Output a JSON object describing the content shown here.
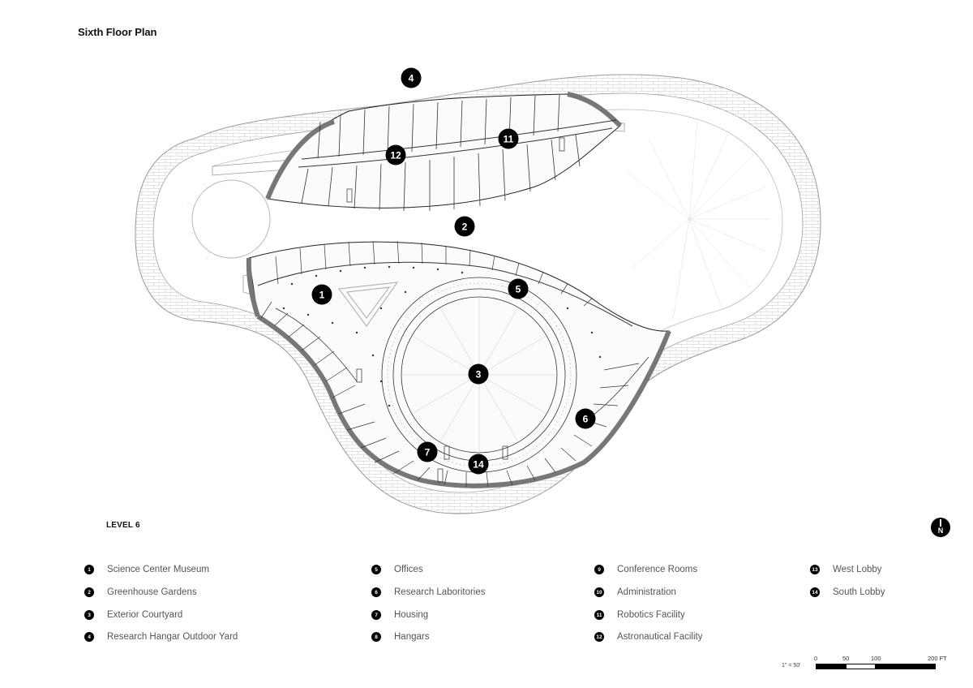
{
  "title": "Sixth Floor Plan",
  "level_label": "LEVEL 6",
  "north_letter": "N",
  "plan_markers": [
    "4",
    "12",
    "11",
    "2",
    "1",
    "5",
    "3",
    "6",
    "7",
    "14"
  ],
  "legend": [
    {
      "num": "1",
      "label": "Science Center Museum"
    },
    {
      "num": "2",
      "label": "Greenhouse Gardens"
    },
    {
      "num": "3",
      "label": "Exterior Courtyard"
    },
    {
      "num": "4",
      "label": "Research Hangar Outdoor Yard"
    },
    {
      "num": "5",
      "label": "Offices"
    },
    {
      "num": "6",
      "label": "Research Laboritories"
    },
    {
      "num": "7",
      "label": "Housing"
    },
    {
      "num": "8",
      "label": "Hangars"
    },
    {
      "num": "9",
      "label": "Conference Rooms"
    },
    {
      "num": "10",
      "label": "Administration"
    },
    {
      "num": "11",
      "label": "Robotics Facility"
    },
    {
      "num": "12",
      "label": "Astronautical Facility"
    },
    {
      "num": "13",
      "label": "West Lobby"
    },
    {
      "num": "14",
      "label": "South Lobby"
    }
  ],
  "scale": {
    "note": "1\" = 50'",
    "ticks": [
      "0",
      "50",
      "100",
      "200 FT"
    ]
  }
}
